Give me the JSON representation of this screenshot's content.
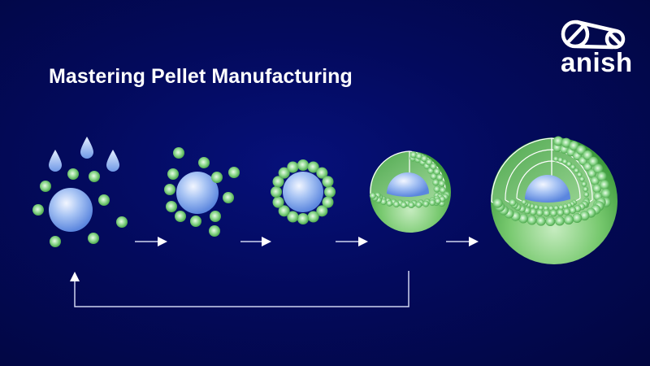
{
  "title": "Mastering Pellet Manufacturing",
  "logo": {
    "text": "anish"
  },
  "colors": {
    "background": "#030a5c",
    "core_blue": "#5f8ee0",
    "coating_green": "#5cb85c",
    "line": "#ffffff"
  },
  "stages": [
    "droplets-and-particles",
    "particle-adhesion",
    "particle-layer",
    "coated-pellet",
    "multi-layer-pellet"
  ]
}
